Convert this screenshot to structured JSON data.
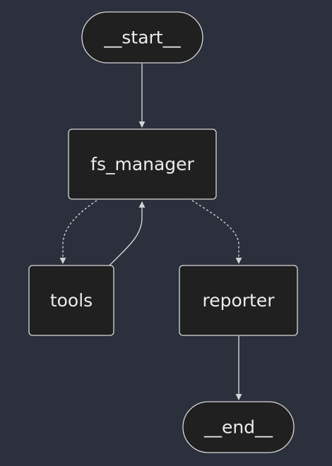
{
  "diagram": {
    "nodes": [
      {
        "id": "start",
        "label": "__start__",
        "shape": "pill"
      },
      {
        "id": "fs_manager",
        "label": "fs_manager",
        "shape": "box"
      },
      {
        "id": "tools",
        "label": "tools",
        "shape": "box"
      },
      {
        "id": "reporter",
        "label": "reporter",
        "shape": "box"
      },
      {
        "id": "end",
        "label": "__end__",
        "shape": "pill"
      }
    ],
    "edges": [
      {
        "from": "start",
        "to": "fs_manager",
        "style": "solid"
      },
      {
        "from": "fs_manager",
        "to": "tools",
        "style": "dashed"
      },
      {
        "from": "tools",
        "to": "fs_manager",
        "style": "solid"
      },
      {
        "from": "fs_manager",
        "to": "reporter",
        "style": "dashed"
      },
      {
        "from": "reporter",
        "to": "end",
        "style": "solid"
      }
    ],
    "colors": {
      "background": "#2b303c",
      "node_fill": "#202020",
      "node_stroke": "#d9d9d9",
      "text": "#ececec",
      "edge": "#d4d4d4"
    }
  }
}
